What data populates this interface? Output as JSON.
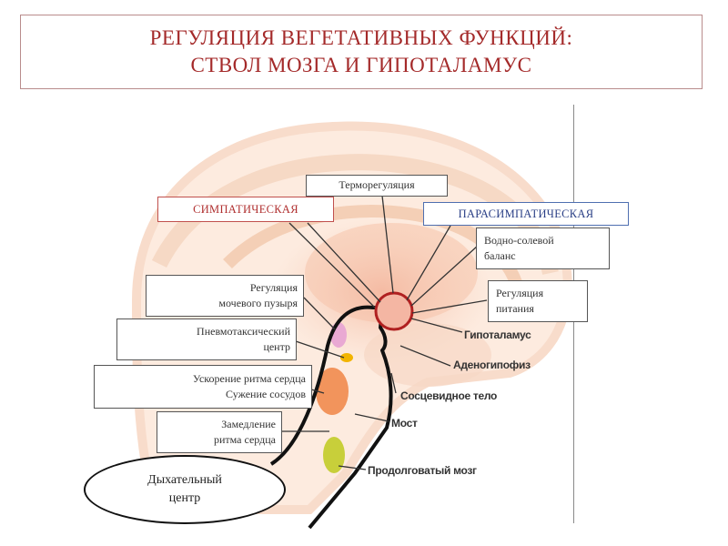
{
  "title": {
    "line1": "РЕГУЛЯЦИЯ ВЕГЕТАТИВНЫХ ФУНКЦИЙ:",
    "line2": "СТВОЛ МОЗГА И ГИПОТАЛАМУС"
  },
  "categories": {
    "sympathetic": "СИМПАТИЧЕСКАЯ",
    "parasympathetic": "ПАРАСИМПАТИЧЕСКАЯ"
  },
  "boxes": {
    "thermo": "Терморегуляция",
    "water_salt_1": "Водно-солевой",
    "water_salt_2": "баланс",
    "feeding_1": "Регуляция",
    "feeding_2": "питания",
    "bladder_1": "Регуляция",
    "bladder_2": "мочевого пузыря",
    "pneumotaxic_1": "Пневмотаксический",
    "pneumotaxic_2": "центр",
    "heart_up_1": "Ускорение ритма сердца",
    "heart_up_2": "Сужение сосудов",
    "heart_down_1": "Замедление",
    "heart_down_2": "ритма сердца",
    "respiratory_1": "Дыхательный",
    "respiratory_2": "центр"
  },
  "anatomy": {
    "hypothalamus": "Гипоталамус",
    "adenohypophysis": "Аденогипофиз",
    "mammillary": "Сосцевидное тело",
    "pons": "Мост",
    "medulla": "Продолговатый мозг"
  },
  "colors": {
    "title": "#a42a2a",
    "sympathetic": "#c0504d",
    "parasympathetic": "#4f6fb0",
    "hypothalamus_circle": "#b02020"
  }
}
